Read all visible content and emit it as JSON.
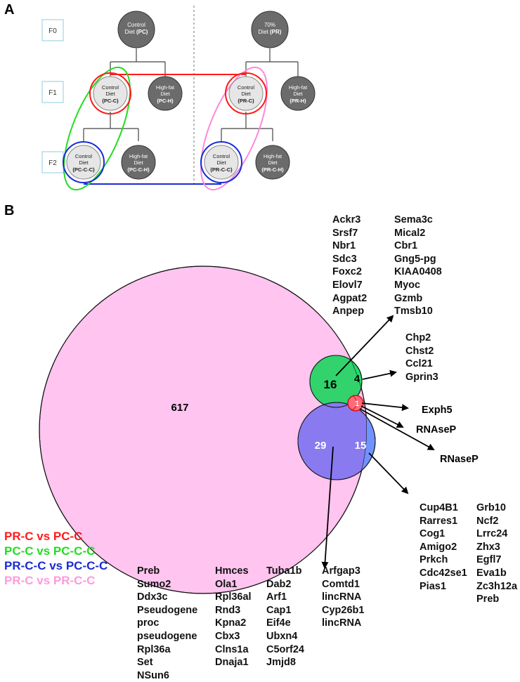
{
  "panelA": {
    "label": "A",
    "generations": [
      "F0",
      "F1",
      "F2"
    ],
    "nodes": {
      "pc": {
        "l1": "Control",
        "l2": "Diet",
        "l3": "(PC)",
        "fill": "#6b6b6b",
        "text": "#ffffff"
      },
      "pr": {
        "l1": "70%",
        "l2": "Diet",
        "l3": "(PR)",
        "fill": "#6b6b6b",
        "text": "#ffffff"
      },
      "pcc": {
        "l1": "Control",
        "l2": "Diet",
        "l3": "(PC-C)",
        "fill": "#e6e6e6",
        "text": "#222222"
      },
      "pch": {
        "l1": "High-fat",
        "l2": "Diet",
        "l3": "(PC-H)",
        "fill": "#6b6b6b",
        "text": "#ffffff"
      },
      "prc": {
        "l1": "Control",
        "l2": "Diet",
        "l3": "(PR-C)",
        "fill": "#e6e6e6",
        "text": "#222222"
      },
      "prh": {
        "l1": "High-fat",
        "l2": "Diet",
        "l3": "(PR-H)",
        "fill": "#6b6b6b",
        "text": "#ffffff"
      },
      "pccc": {
        "l1": "Control",
        "l2": "Diet",
        "l3": "(PC-C-C)",
        "fill": "#e6e6e6",
        "text": "#222222"
      },
      "pcch": {
        "l1": "High-fat",
        "l2": "Diet",
        "l3": "(PC-C-H)",
        "fill": "#6b6b6b",
        "text": "#ffffff"
      },
      "prcc": {
        "l1": "Control",
        "l2": "Diet",
        "l3": "(PR-C-C)",
        "fill": "#e6e6e6",
        "text": "#222222"
      },
      "prch": {
        "l1": "High-fat",
        "l2": "Diet",
        "l3": "(PR-C-H)",
        "fill": "#6b6b6b",
        "text": "#ffffff"
      }
    }
  },
  "panelB": {
    "label": "B",
    "counts": {
      "pink_only": "617",
      "green_left": "16",
      "green_right": "4",
      "red": "1",
      "blue_left": "29",
      "blue_right": "15"
    },
    "lists": {
      "top_left": [
        "Ackr3",
        "Srsf7",
        "Nbr1",
        "Sdc3",
        "Foxc2",
        "Elovl7",
        "Agpat2",
        "Anpep"
      ],
      "top_right": [
        "Sema3c",
        "Mical2",
        "Cbr1",
        "Gng5-pg",
        "KIAA0408",
        "Myoc",
        "Gzmb",
        "Tmsb10"
      ],
      "green_only": [
        "Chp2",
        "Chst2",
        "Ccl21",
        "Gprin3"
      ],
      "red_1": "Exph5",
      "red_2": "RNAseP",
      "red_3": "RNaseP",
      "blue_only_a": [
        "Cup4B1",
        "Rarres1",
        "Cog1",
        "Amigo2",
        "Prkch",
        "Cdc42se1",
        "Pias1"
      ],
      "blue_only_b": [
        "Grb10",
        "Ncf2",
        "Lrrc24",
        "Zhx3",
        "Egfl7",
        "Eva1b",
        "Zc3h12a",
        "Preb"
      ],
      "bottom_1": [
        "Preb",
        "Sumo2",
        "Ddx3c",
        "Pseudogene",
        "proc",
        "pseudogene",
        "Rpl36a",
        "Set",
        "NSun6"
      ],
      "bottom_2": [
        "Hmces",
        "Ola1",
        "Rpl36al",
        "Rnd3",
        "Kpna2",
        "Cbx3",
        "Clns1a",
        "Dnaja1"
      ],
      "bottom_3": [
        "Tuba1b",
        "Dab2",
        "Arf1",
        "Cap1",
        "Eif4e",
        "Ubxn4",
        "C5orf24",
        "Jmjd8"
      ],
      "bottom_4": [
        "Arfgap3",
        "Comtd1",
        "lincRNA",
        "Cyp26b1",
        "lincRNA"
      ]
    },
    "legend": [
      {
        "label": "PR-C vs PC-C",
        "color": "#ff1a1a"
      },
      {
        "label": "PC-C vs PC-C-C",
        "color": "#22dd22"
      },
      {
        "label": "PR-C-C vs PC-C-C",
        "color": "#1a2bd6"
      },
      {
        "label": "PR-C vs PR-C-C",
        "color": "#ff99dd"
      }
    ]
  }
}
